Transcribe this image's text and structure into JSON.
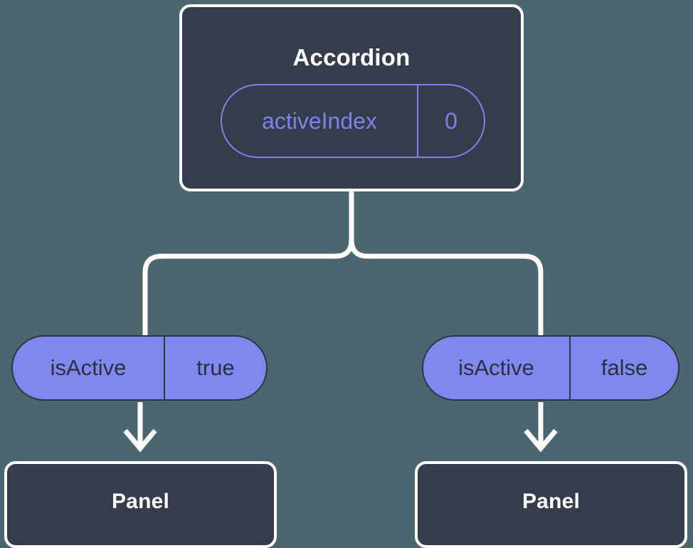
{
  "diagram": {
    "type": "component-tree",
    "background_color": "#4c6670",
    "node_fill_color": "#353c4b",
    "node_border_color": "#ffffff",
    "accent_color": "#7d82ec",
    "pill_fill_color": "#8088ef",
    "pill_text_color": "#2b313c",
    "connector_color": "#ffffff"
  },
  "root": {
    "title": "Accordion",
    "state_pill": {
      "key": "activeIndex",
      "value": "0"
    }
  },
  "branches": [
    {
      "prop_pill": {
        "key": "isActive",
        "value": "true"
      },
      "child": {
        "title": "Panel"
      }
    },
    {
      "prop_pill": {
        "key": "isActive",
        "value": "false"
      },
      "child": {
        "title": "Panel"
      }
    }
  ],
  "connectors": {
    "trunk": "vertical-line-from-accordion",
    "fork": "rounded-tee-split",
    "arrow_left": "down-arrow-icon",
    "arrow_right": "down-arrow-icon"
  }
}
